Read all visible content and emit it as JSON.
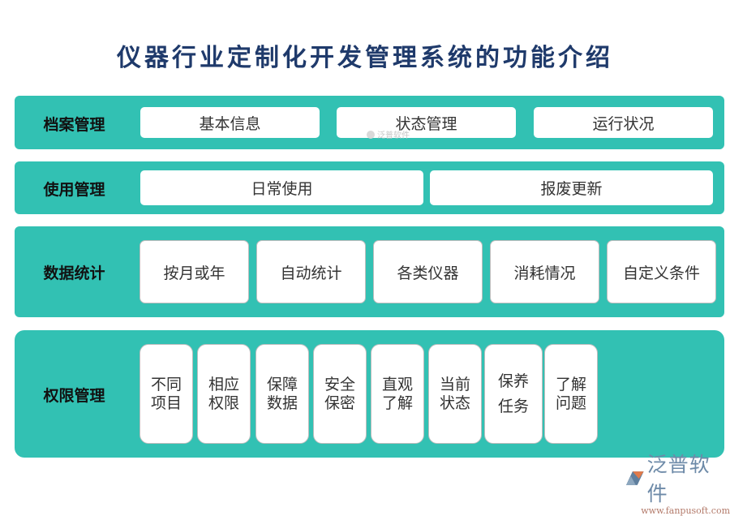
{
  "title": "仪器行业定制化开发管理系统的功能介绍",
  "colors": {
    "band": "#32c1b3",
    "title": "#1f3a6b",
    "cell": "#ffffff",
    "cell_border": "#bdbdbd"
  },
  "sections": [
    {
      "label": "档案管理",
      "items": [
        "基本信息",
        "状态管理",
        "运行状况"
      ]
    },
    {
      "label": "使用管理",
      "items": [
        "日常使用",
        "报废更新"
      ]
    },
    {
      "label": "数据统计",
      "items": [
        "按月或年",
        "自动统计",
        "各类仪器",
        "消耗情况",
        "自定义条件"
      ]
    },
    {
      "label": "权限管理",
      "items": [
        {
          "line1": "不同",
          "line2": "项目"
        },
        {
          "line1": "相应",
          "line2": "权限"
        },
        {
          "line1": "保障",
          "line2": "数据"
        },
        {
          "line1": "安全",
          "line2": "保密"
        },
        {
          "line1": "直观",
          "line2": "了解"
        },
        {
          "line1": "当前",
          "line2": "状态"
        },
        {
          "line1": "保养",
          "line2": "任务"
        },
        {
          "line1": "了解",
          "line2": "问题"
        }
      ]
    }
  ],
  "watermark": {
    "brand": "泛普软件",
    "url": "www.fanpusoft.com",
    "small": "泛普软件"
  }
}
